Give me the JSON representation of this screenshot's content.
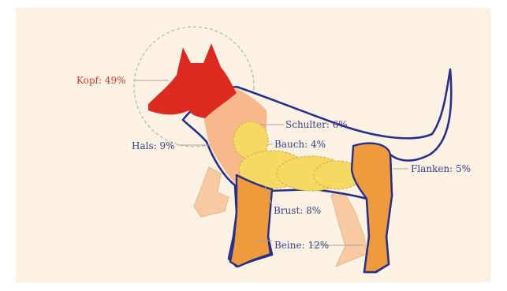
{
  "diagram": {
    "labels": {
      "kopf": "Kopf: 49%",
      "hals": "Hals: 9%",
      "schulter": "Schulter: 6%",
      "bauch": "Bauch: 4%",
      "flanken": "Flanken: 5%",
      "brust": "Brust: 8%",
      "beine": "Beine: 12%"
    },
    "colors": {
      "background": "#fbf2e3",
      "outline": "#27308a",
      "head": "#dc2a21",
      "neck": "#f7b98c",
      "legs": "#ef9a3c",
      "far_legs": "#f8caa2",
      "highlight": "#f6d962",
      "label_text": "#3b3e8e",
      "head_label_text": "#e0392e"
    }
  }
}
